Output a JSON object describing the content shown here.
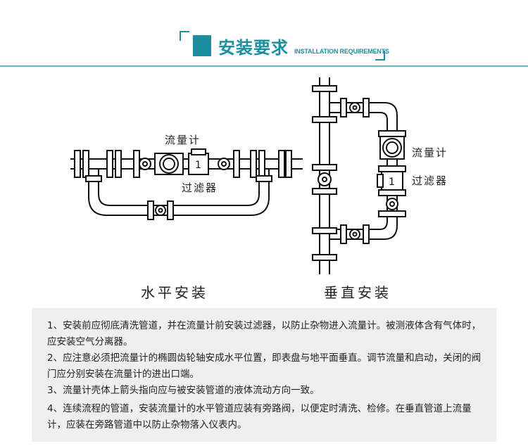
{
  "header": {
    "title": "安装要求",
    "subtitle": "INSTALLATION REQUIREMENTS"
  },
  "horizontal": {
    "flowmeter_label": "流量计",
    "filter_label": "过滤器",
    "caption": "水平安装"
  },
  "vertical": {
    "flowmeter_label": "流量计",
    "filter_label": "过滤器",
    "caption": "垂直安装"
  },
  "notes": [
    "1、安装前应彻底清洗管道，并在流量计前安装过滤器，以防止杂物进入流量计。被测液体含有气体时，应安装空气分离器。",
    "2、应注意必须把流量计的椭圆齿轮轴安成水平位置，即表盘与地平面垂直。调节流量和启动，关闭的阀门应分别安装在流量计的进出口端。",
    "3、流量计壳体上箭头指向应与被安装管道的液体流动方向一致。",
    "4、连续流程的管道，安装流量计的水平管道应装有旁路阀，以便定时清洗、检修。在垂直管道上流量计，应装在旁路管道中以防止杂物落入仪表内。"
  ],
  "colors": {
    "accent": "#1a8fa0",
    "notes_background": "#efefef"
  }
}
